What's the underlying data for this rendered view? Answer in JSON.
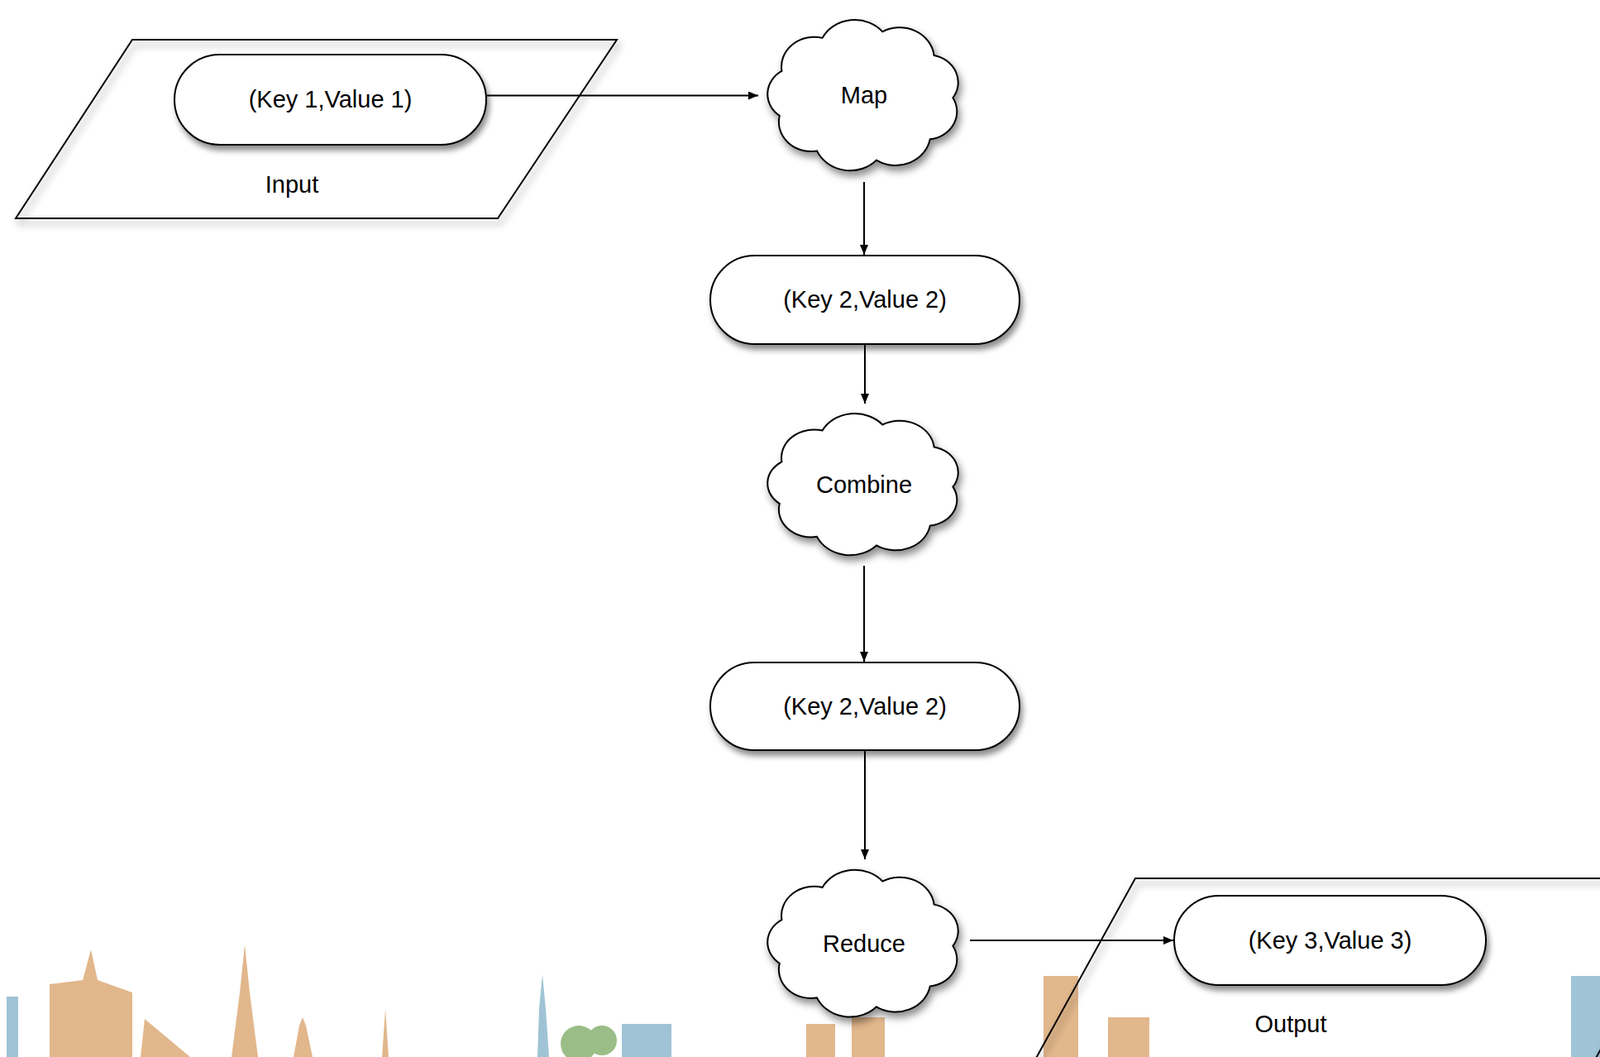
{
  "diagram": {
    "nodes": [
      {
        "text": [
          "Input"
        ]
      },
      {
        "text": [
          "(Key 1,Value 1)"
        ],
        "in": 0
      },
      {
        "text": [
          "Map"
        ]
      },
      {
        "text": [
          "(Key 2,Value 2)"
        ]
      },
      {
        "text": [
          "Combine"
        ]
      },
      {
        "text": [
          "(Key 2,Value 2)"
        ]
      },
      {
        "text": [
          "Reduce"
        ]
      },
      {
        "text": [
          "Output"
        ]
      },
      {
        "text": [
          "(Key 3,Value 3)"
        ],
        "in": 7
      }
    ],
    "edges": [
      {
        "from": 1,
        "to": 2,
        "arrow": "to"
      },
      {
        "from": 2,
        "to": 3,
        "arrow": "to"
      },
      {
        "from": 3,
        "to": 4,
        "arrow": "to"
      },
      {
        "from": 4,
        "to": 5,
        "arrow": "to"
      },
      {
        "from": 5,
        "to": 6,
        "arrow": "to"
      },
      {
        "from": 6,
        "to": 8,
        "arrow": "to"
      }
    ]
  }
}
